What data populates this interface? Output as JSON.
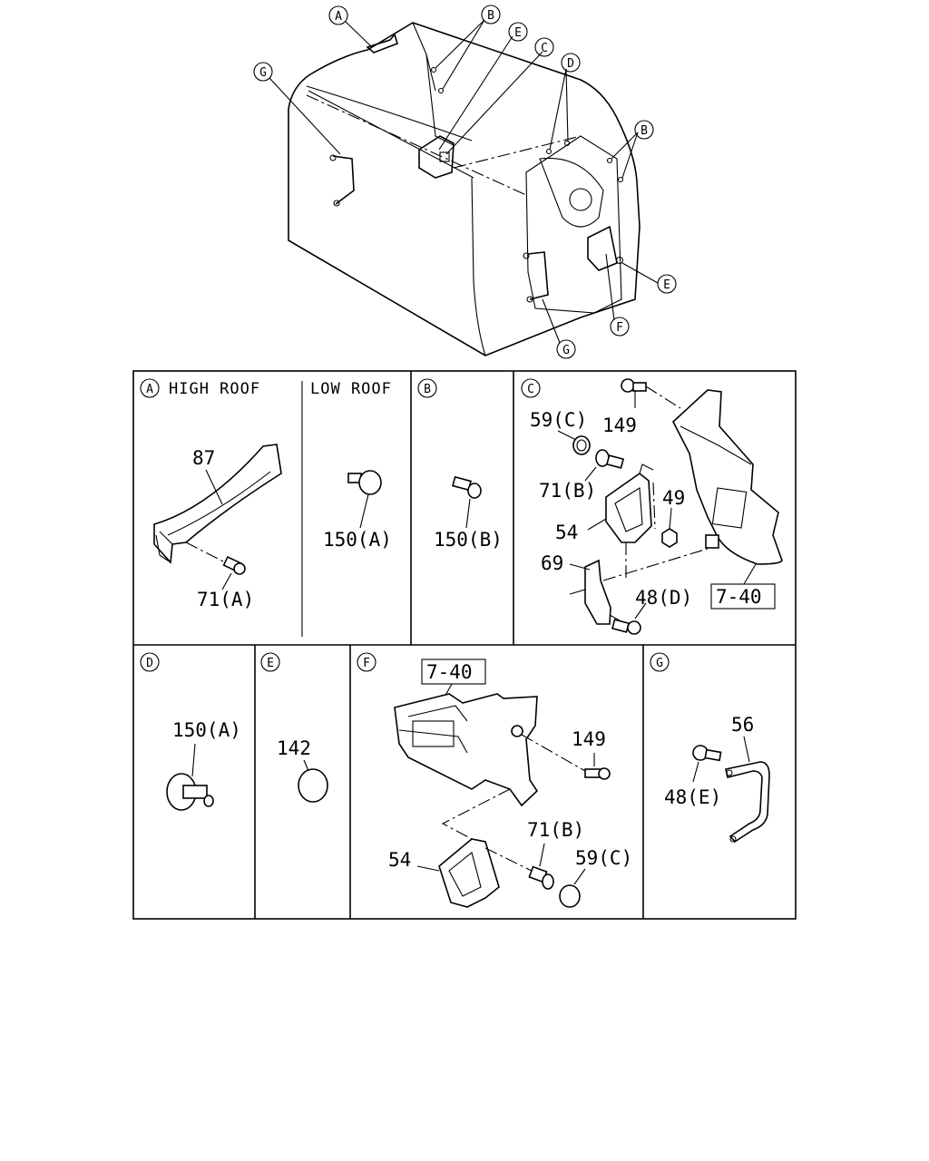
{
  "overview": {
    "callouts": {
      "a": "A",
      "b_top": "B",
      "e_top": "E",
      "c_top": "C",
      "d_top": "D",
      "b_right": "B",
      "g_left": "G",
      "e_right": "E",
      "f_bottom": "F",
      "g_bottom": "G"
    }
  },
  "panel_a": {
    "marker": "A",
    "title_high": "HIGH ROOF",
    "title_low": "LOW ROOF",
    "labels": {
      "handle": "87",
      "bolt": "71(A)",
      "clip": "150(A)"
    }
  },
  "panel_b": {
    "marker": "B",
    "labels": {
      "clip": "150(B)"
    }
  },
  "panel_c": {
    "marker": "C",
    "labels": {
      "cap": "59(C)",
      "screw_top": "149",
      "bolt": "71(B)",
      "nut": "49",
      "bracket": "54",
      "plate": "69",
      "bolt_d": "48(D)",
      "ref": "7-40"
    }
  },
  "panel_d": {
    "marker": "D",
    "labels": {
      "clip": "150(A)"
    }
  },
  "panel_e": {
    "marker": "E",
    "labels": {
      "plug": "142"
    }
  },
  "panel_f": {
    "marker": "F",
    "labels": {
      "ref": "7-40",
      "screw": "149",
      "bolt": "71(B)",
      "cap": "59(C)",
      "bracket": "54"
    }
  },
  "panel_g": {
    "marker": "G",
    "labels": {
      "grip": "56",
      "bolt": "48(E)"
    }
  }
}
